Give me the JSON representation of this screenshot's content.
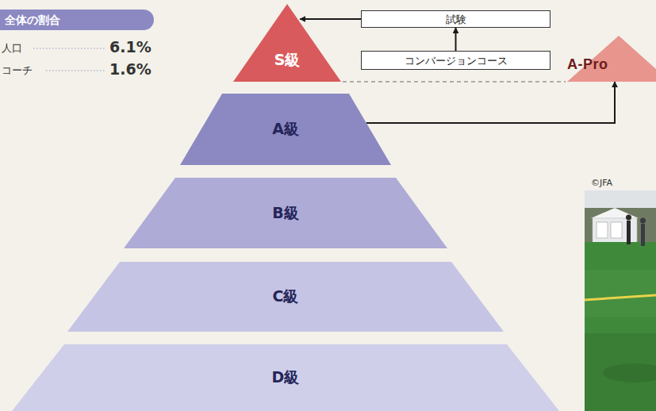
{
  "diagram": {
    "nodes": [
      {
        "text": [
          "全体の割合"
        ]
      },
      {
        "text": [
          "S級"
        ]
      },
      {
        "text": [
          "試験"
        ]
      },
      {
        "text": [
          "コンバージョンコース"
        ]
      },
      {
        "text": [
          "A-Pro"
        ]
      },
      {
        "text": [
          "A級"
        ]
      },
      {
        "text": [
          "B級"
        ]
      },
      {
        "text": [
          "C級"
        ]
      },
      {
        "text": [
          "D級"
        ]
      }
    ],
    "edges": [
      {
        "from": 2,
        "to": 1,
        "arrow": "to"
      },
      {
        "from": 3,
        "to": 2,
        "arrow": "to"
      },
      {
        "from": 5,
        "to": 4,
        "arrow": "to"
      },
      {
        "from": 1,
        "to": 4,
        "arrow": "none"
      }
    ],
    "labels": [
      "人口",
      "6.1%",
      "コーチ",
      "1.6%",
      "©JFA"
    ]
  }
}
